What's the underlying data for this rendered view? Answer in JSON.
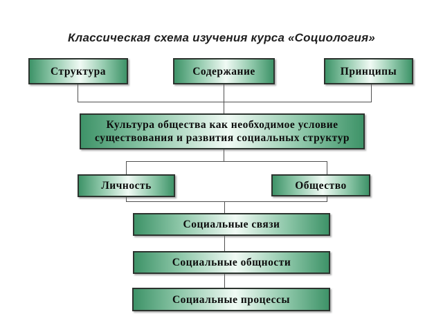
{
  "title": "Классическая схема изучения курса «Социология»",
  "diagram": {
    "nodes": {
      "structure": "Структура",
      "content": "Содержание",
      "principles": "Принципы",
      "culture": "Культура общества как необходимое условие существования и развития социальных структур",
      "culture_lines": [
        "Культура общества как необходимое условие",
        "существования и развития социальных структур"
      ],
      "personality": "Личность",
      "society": "Общество",
      "social_ties": "Социальные связи",
      "social_communities": "Социальные общности",
      "social_processes": "Социальные процессы"
    },
    "colors": {
      "box_edge_green": "#3E9368",
      "box_center_light": "#F0FAF4",
      "box_border": "#2C332E",
      "connector_line": "#4F4F4F",
      "title_text": "#1F1F1F",
      "background": "#FFFFFF"
    }
  }
}
